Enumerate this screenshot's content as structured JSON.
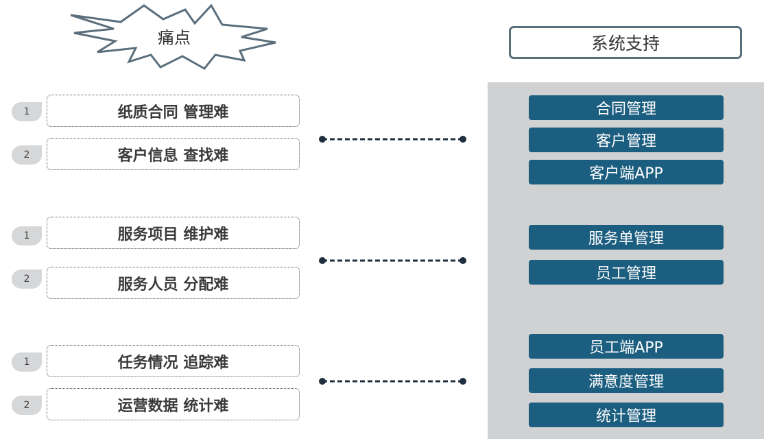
{
  "pain_title": "痛点",
  "system_title": "系统支持",
  "groups": [
    {
      "pains": [
        {
          "num": "1",
          "text": "纸质合同 管理难"
        },
        {
          "num": "2",
          "text": "客户信息 查找难"
        }
      ],
      "features": [
        "合同管理",
        "客户管理",
        "客户端APP"
      ]
    },
    {
      "pains": [
        {
          "num": "1",
          "text": "服务项目 维护难"
        },
        {
          "num": "2",
          "text": "服务人员 分配难"
        }
      ],
      "features": [
        "服务单管理",
        "员工管理"
      ]
    },
    {
      "pains": [
        {
          "num": "1",
          "text": "任务情况 追踪难"
        },
        {
          "num": "2",
          "text": "运营数据 统计难"
        }
      ],
      "features": [
        "员工端APP",
        "满意度管理",
        "统计管理"
      ]
    }
  ],
  "colors": {
    "feature_fill": "#1c5e80",
    "panel_fill": "#d0d1d3",
    "connector": "#1f2f40",
    "starburst_stroke": "#5b6e7c"
  }
}
